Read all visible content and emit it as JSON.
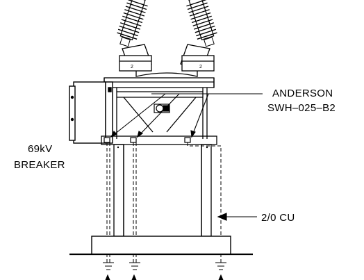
{
  "labels": {
    "callout_part_line1": "ANDERSON",
    "callout_part_line2": "SWH–025–B2",
    "equipment_line1": "69kV",
    "equipment_line2": "BREAKER",
    "conductor": "2/0 CU"
  },
  "colors": {
    "ink": "#000000",
    "background": "#ffffff"
  }
}
